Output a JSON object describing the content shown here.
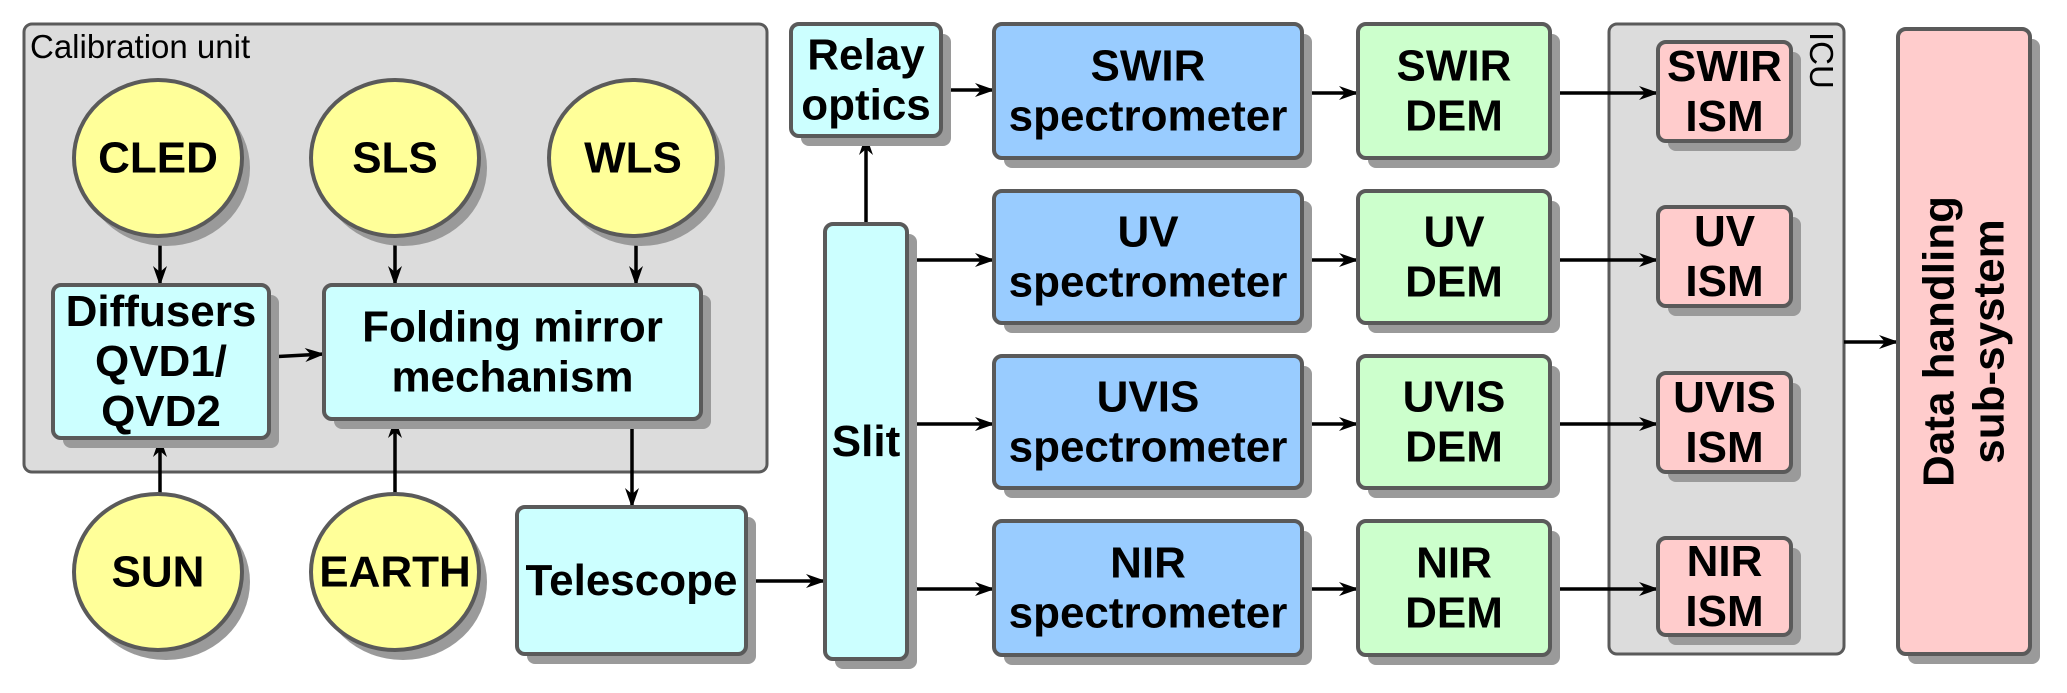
{
  "colors": {
    "container": "#dcdcdc",
    "source": "#ffff99",
    "optics": "#ccffff",
    "spectrometer": "#99ccff",
    "dem": "#ccffcc",
    "ism": "#ffcccc",
    "shadow": "#9a9a9a",
    "border": "#5a5a5a"
  },
  "groups": {
    "calibration": {
      "label": "Calibration unit"
    },
    "icu": {
      "label": "ICU"
    }
  },
  "nodes": {
    "cled": {
      "lines": [
        "CLED"
      ],
      "kind": "source"
    },
    "sls": {
      "lines": [
        "SLS"
      ],
      "kind": "source"
    },
    "wls": {
      "lines": [
        "WLS"
      ],
      "kind": "source"
    },
    "sun": {
      "lines": [
        "SUN"
      ],
      "kind": "source"
    },
    "earth": {
      "lines": [
        "EARTH"
      ],
      "kind": "source"
    },
    "diffusers": {
      "lines": [
        "Diffusers",
        "QVD1/",
        "QVD2"
      ],
      "kind": "optics"
    },
    "folding": {
      "lines": [
        "Folding mirror",
        "mechanism"
      ],
      "kind": "optics"
    },
    "telescope": {
      "lines": [
        "Telescope"
      ],
      "kind": "optics"
    },
    "slit": {
      "lines": [
        "Slit"
      ],
      "kind": "optics"
    },
    "relay": {
      "lines": [
        "Relay",
        "optics"
      ],
      "kind": "optics"
    },
    "swir_spec": {
      "lines": [
        "SWIR",
        "spectrometer"
      ],
      "kind": "spectrometer"
    },
    "uv_spec": {
      "lines": [
        "UV",
        "spectrometer"
      ],
      "kind": "spectrometer"
    },
    "uvis_spec": {
      "lines": [
        "UVIS",
        "spectrometer"
      ],
      "kind": "spectrometer"
    },
    "nir_spec": {
      "lines": [
        "NIR",
        "spectrometer"
      ],
      "kind": "spectrometer"
    },
    "swir_dem": {
      "lines": [
        "SWIR",
        "DEM"
      ],
      "kind": "dem"
    },
    "uv_dem": {
      "lines": [
        "UV",
        "DEM"
      ],
      "kind": "dem"
    },
    "uvis_dem": {
      "lines": [
        "UVIS",
        "DEM"
      ],
      "kind": "dem"
    },
    "nir_dem": {
      "lines": [
        "NIR",
        "DEM"
      ],
      "kind": "dem"
    },
    "swir_ism": {
      "lines": [
        "SWIR",
        "ISM"
      ],
      "kind": "ism"
    },
    "uv_ism": {
      "lines": [
        "UV",
        "ISM"
      ],
      "kind": "ism"
    },
    "uvis_ism": {
      "lines": [
        "UVIS",
        "ISM"
      ],
      "kind": "ism"
    },
    "nir_ism": {
      "lines": [
        "NIR",
        "ISM"
      ],
      "kind": "ism"
    },
    "dhss": {
      "lines": [
        "Data handling",
        "sub-system"
      ],
      "kind": "ism"
    }
  },
  "edges": [
    [
      "cled",
      "diffusers"
    ],
    [
      "sls",
      "folding"
    ],
    [
      "wls",
      "folding"
    ],
    [
      "diffusers",
      "folding"
    ],
    [
      "sun",
      "diffusers"
    ],
    [
      "earth",
      "folding"
    ],
    [
      "folding",
      "telescope"
    ],
    [
      "telescope",
      "slit"
    ],
    [
      "slit",
      "relay"
    ],
    [
      "relay",
      "swir_spec"
    ],
    [
      "slit",
      "uv_spec"
    ],
    [
      "slit",
      "uvis_spec"
    ],
    [
      "slit",
      "nir_spec"
    ],
    [
      "swir_spec",
      "swir_dem"
    ],
    [
      "uv_spec",
      "uv_dem"
    ],
    [
      "uvis_spec",
      "uvis_dem"
    ],
    [
      "nir_spec",
      "nir_dem"
    ],
    [
      "swir_dem",
      "swir_ism"
    ],
    [
      "uv_dem",
      "uv_ism"
    ],
    [
      "uvis_dem",
      "uvis_ism"
    ],
    [
      "nir_dem",
      "nir_ism"
    ],
    [
      "icu",
      "dhss"
    ]
  ]
}
